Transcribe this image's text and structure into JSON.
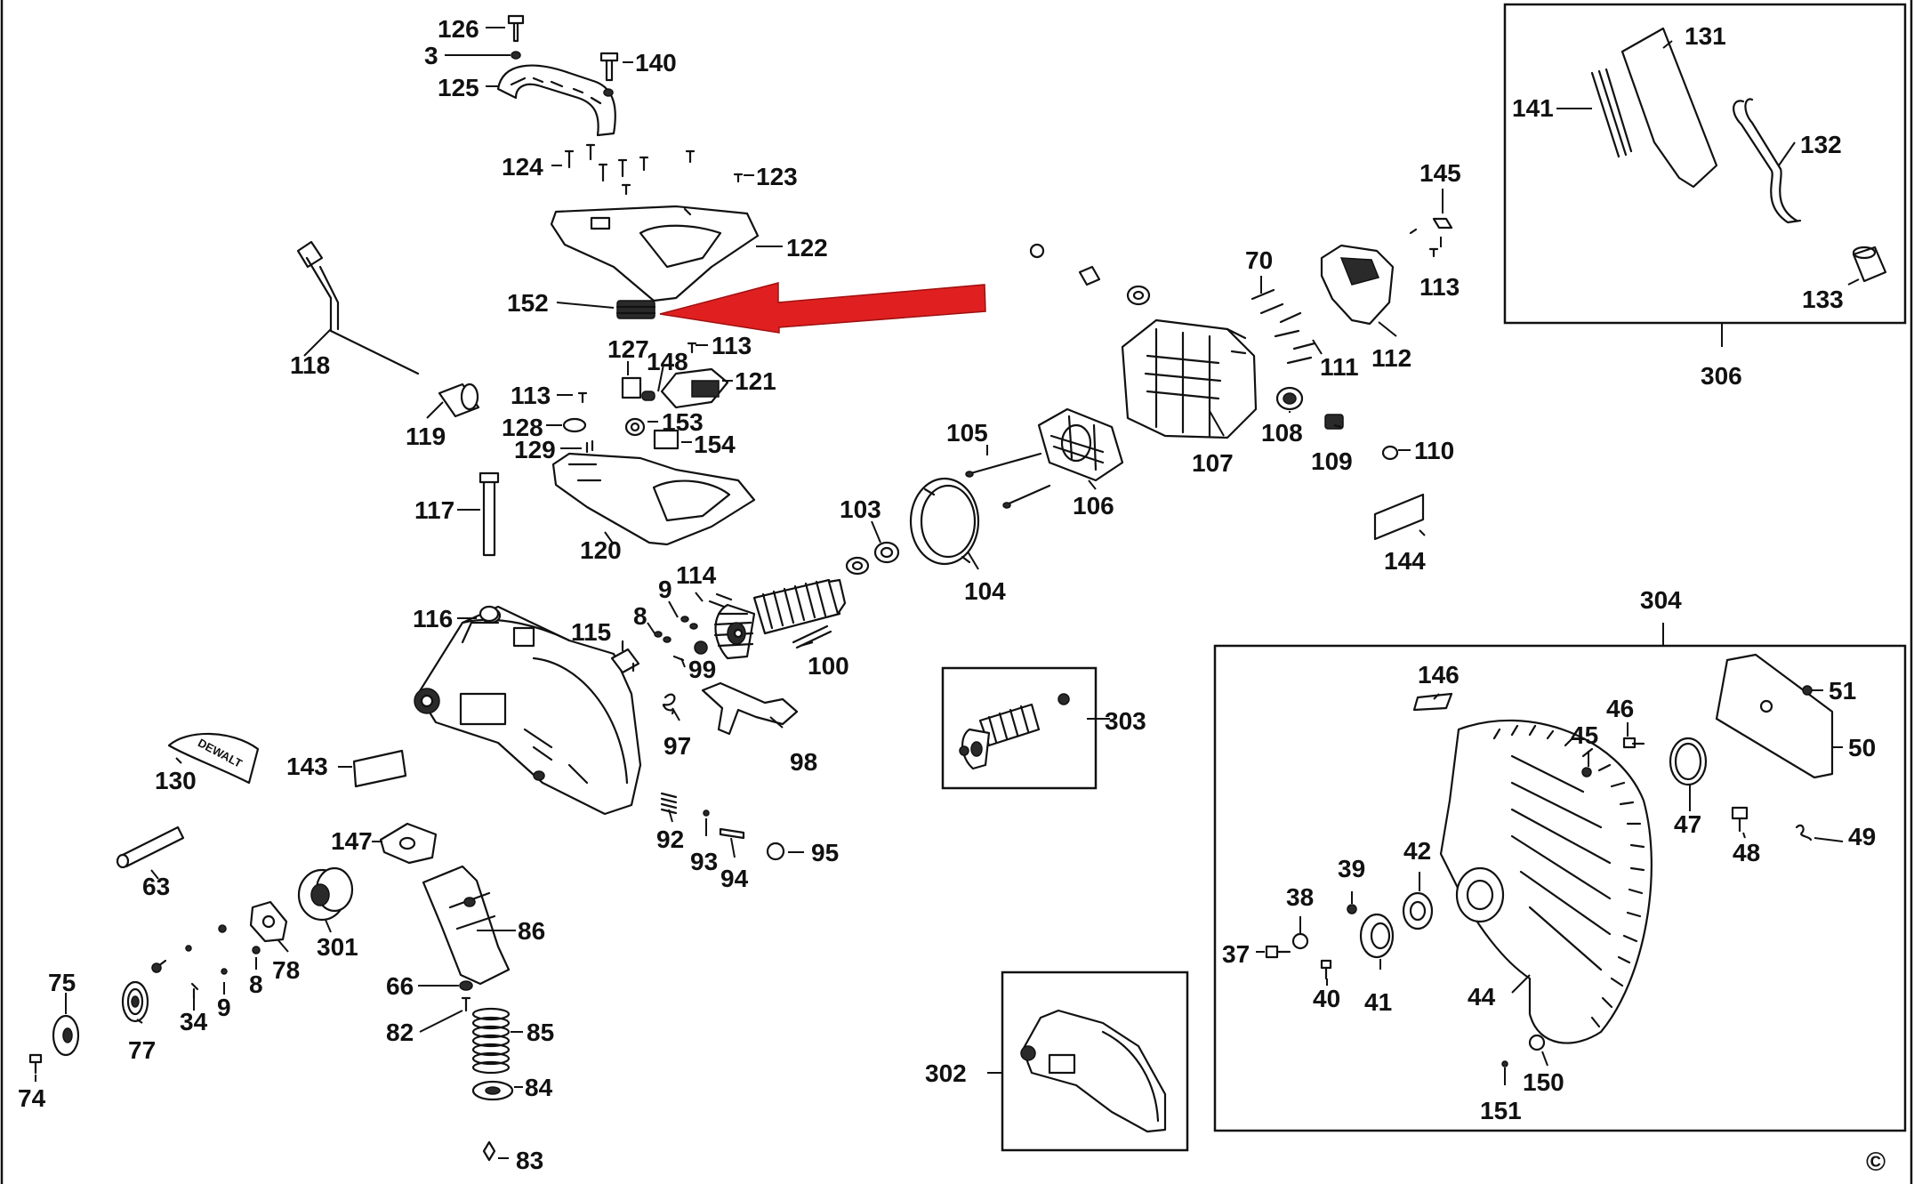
{
  "diagram": {
    "copyright_symbol": "©",
    "labels": {
      "p126": "126",
      "p3": "3",
      "p140": "140",
      "p125": "125",
      "p124": "124",
      "p123": "123",
      "p122": "122",
      "p152": "152",
      "p118": "118",
      "p127": "127",
      "p148": "148",
      "p113a": "113",
      "p121": "121",
      "p113b": "113",
      "p128": "128",
      "p153": "153",
      "p129": "129",
      "p154": "154",
      "p119": "119",
      "p117": "117",
      "p120": "120",
      "p116": "116",
      "p115": "115",
      "p9a": "9",
      "p114": "114",
      "p8a": "8",
      "p99": "99",
      "p100": "100",
      "p97": "97",
      "p98": "98",
      "p130": "130",
      "p143": "143",
      "p92": "92",
      "p93": "93",
      "p94": "94",
      "p95": "95",
      "p63": "63",
      "p147": "147",
      "p86": "86",
      "p301": "301",
      "p78": "78",
      "p75": "75",
      "p77": "77",
      "p34": "34",
      "p9b": "9",
      "p8b": "8",
      "p66": "66",
      "p82": "82",
      "p85": "85",
      "p84": "84",
      "p74": "74",
      "p83": "83",
      "p103": "103",
      "p104": "104",
      "p105": "105",
      "p106": "106",
      "p107": "107",
      "p108": "108",
      "p109": "109",
      "p110": "110",
      "p70": "70",
      "p111": "111",
      "p112": "112",
      "p113c": "113",
      "p145": "145",
      "p144": "144",
      "p303": "303",
      "p302": "302",
      "p304": "304",
      "p306": "306",
      "p131": "131",
      "p141": "141",
      "p132": "132",
      "p133": "133",
      "p146": "146",
      "p51": "51",
      "p50": "50",
      "p46": "46",
      "p45": "45",
      "p47": "47",
      "p48": "48",
      "p49": "49",
      "p39": "39",
      "p42": "42",
      "p38": "38",
      "p37": "37",
      "p40": "40",
      "p41": "41",
      "p44": "44",
      "p150": "150",
      "p151": "151"
    },
    "brand_text": "DEWALT",
    "colors": {
      "ink": "#111111",
      "highlight_arrow": "#e02020",
      "background": "#ffffff"
    }
  }
}
